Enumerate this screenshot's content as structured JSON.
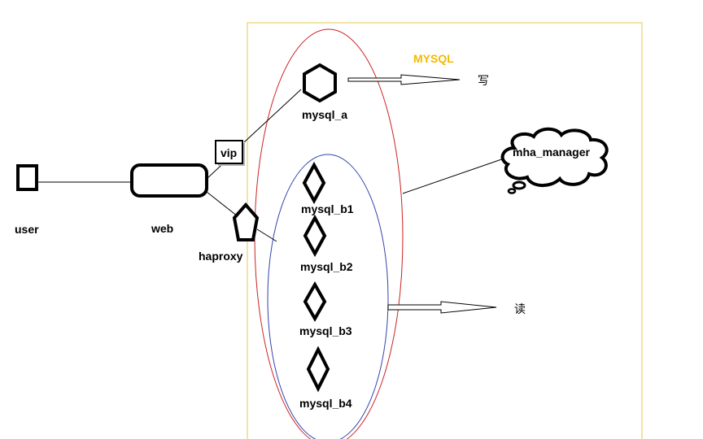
{
  "diagram": {
    "title": "MYSQL",
    "nodes": {
      "user": "user",
      "web": "web",
      "vip": "vip",
      "haproxy": "haproxy",
      "mysql_a": "mysql_a",
      "mysql_b1": "mysql_b1",
      "mysql_b2": "mysql_b2",
      "mysql_b3": "mysql_b3",
      "mysql_b4": "mysql_b4",
      "mha_manager": "mha_manager"
    },
    "annotations": {
      "write": "写",
      "read": "读"
    }
  },
  "colors": {
    "cluster_border": "#e6c84a",
    "title": "#f5b800",
    "outer_ellipse": "#cc2222",
    "inner_ellipse": "#3344aa",
    "line": "#000000"
  }
}
